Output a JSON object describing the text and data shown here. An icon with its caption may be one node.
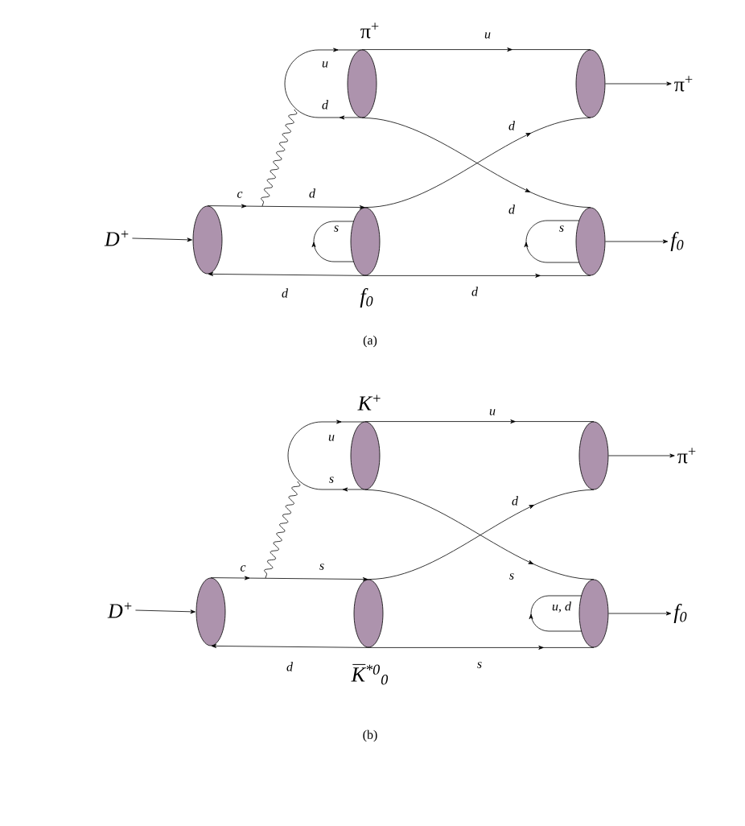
{
  "diagram": {
    "nodes": [
      {
        "text": [
          "D$^{+}$"
        ]
      },
      {
        "text": [],
        "shape": "ellipse"
      },
      {
        "text": [],
        "shape": "ellipse",
        "beside": [
          "π$^{+}$"
        ]
      },
      {
        "text": [],
        "shape": "ellipse",
        "beside": [
          "f$_{0}$"
        ]
      },
      {
        "text": [],
        "shape": "ellipse"
      },
      {
        "text": [],
        "shape": "ellipse"
      },
      {
        "text": [
          "π$^{+}$"
        ]
      },
      {
        "text": [
          "f$_{0}$"
        ]
      },
      {
        "text": [
          "D$^{+}$"
        ]
      },
      {
        "text": [],
        "shape": "ellipse"
      },
      {
        "text": [],
        "shape": "ellipse",
        "beside": [
          "K$^{+}$"
        ]
      },
      {
        "text": [],
        "shape": "ellipse",
        "beside": [
          "K$^{*0}$$_{0}$"
        ]
      },
      {
        "text": [],
        "shape": "ellipse"
      },
      {
        "text": [],
        "shape": "ellipse"
      },
      {
        "text": [
          "π$^{+}$"
        ]
      },
      {
        "text": [
          "f$_{0}$"
        ]
      }
    ],
    "edges": [
      {
        "from": 0,
        "to": 1,
        "arrow": "to"
      },
      {
        "from": 1,
        "to": 3,
        "arrow": "to"
      },
      {
        "from": 2,
        "to": 4,
        "arrow": "to"
      },
      {
        "from": 3,
        "to": 4,
        "arrow": "to"
      },
      {
        "from": 2,
        "to": 5,
        "arrow": "to"
      },
      {
        "from": 3,
        "to": 1,
        "arrow": "to"
      },
      {
        "from": 3,
        "to": 5,
        "arrow": "to"
      },
      {
        "from": 4,
        "to": 6,
        "arrow": "to"
      },
      {
        "from": 5,
        "to": 7,
        "arrow": "to"
      },
      {
        "from": 8,
        "to": 9,
        "arrow": "to"
      },
      {
        "from": 9,
        "to": 11,
        "arrow": "to"
      },
      {
        "from": 10,
        "to": 12,
        "arrow": "to"
      },
      {
        "from": 11,
        "to": 12,
        "arrow": "to"
      },
      {
        "from": 10,
        "to": 13,
        "arrow": "to"
      },
      {
        "from": 11,
        "to": 9,
        "arrow": "to"
      },
      {
        "from": 11,
        "to": 13,
        "arrow": "to"
      },
      {
        "from": 12,
        "to": 14,
        "arrow": "to"
      },
      {
        "from": 13,
        "to": 15,
        "arrow": "to"
      }
    ],
    "labels": [
      "u",
      "u",
      "d",
      "d",
      "c",
      "d",
      "d",
      "s",
      "s",
      "d",
      "d",
      "(a)",
      "u",
      "u",
      "s",
      "d",
      "c",
      "s",
      "s",
      "u, d",
      "d",
      "s",
      "(b)"
    ]
  }
}
